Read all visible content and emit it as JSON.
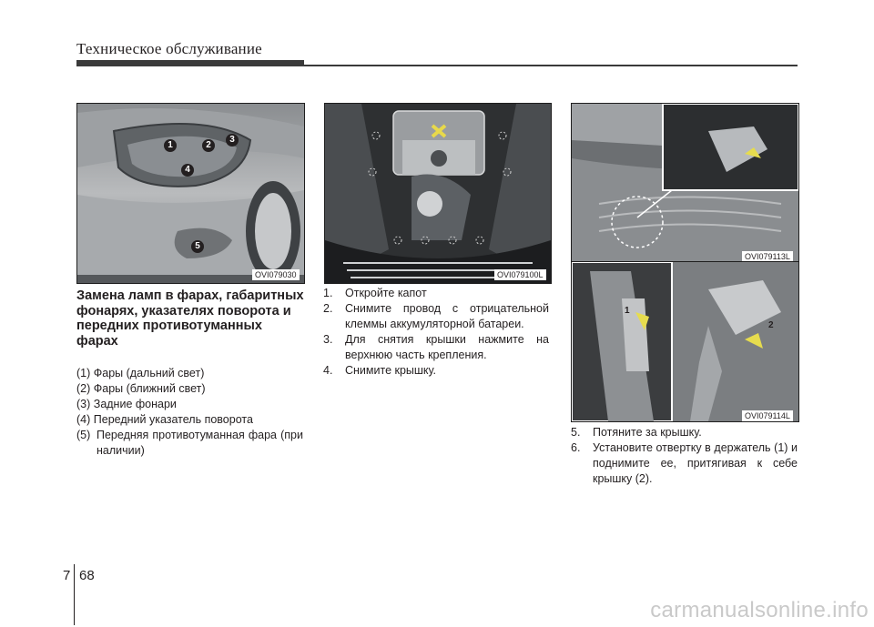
{
  "header": {
    "title": "Техническое обслуживание"
  },
  "figures": {
    "fig1": {
      "code": "OVI079030",
      "callouts": [
        "1",
        "2",
        "3",
        "4",
        "5"
      ]
    },
    "fig2": {
      "code": "OVI079100L"
    },
    "fig3": {
      "code": "OVI079113L"
    },
    "fig4": {
      "code": "OVI079114L",
      "callouts": [
        "1",
        "2"
      ]
    }
  },
  "left_column": {
    "heading": "Замена ламп в фарах, габаритных фонарях, указателях поворота и передних противотуманных фарах",
    "items": [
      {
        "num": "(1)",
        "text": "Фары (дальний свет)"
      },
      {
        "num": "(2)",
        "text": "Фары (ближний свет)"
      },
      {
        "num": "(3)",
        "text": "Задние фонари"
      },
      {
        "num": "(4)",
        "text": "Передний указатель поворота"
      },
      {
        "num": "(5)",
        "text": "Передняя противотуманная фара (при наличии)"
      }
    ]
  },
  "middle_column": {
    "steps": [
      {
        "num": "1.",
        "text": "Откройте капот"
      },
      {
        "num": "2.",
        "text": "Снимите провод с отрицательной клеммы аккумуляторной батареи."
      },
      {
        "num": "3.",
        "text": "Для снятия крышки нажмите на верхнюю часть крепления."
      },
      {
        "num": "4.",
        "text": "Снимите крышку."
      }
    ]
  },
  "right_column": {
    "steps": [
      {
        "num": "5.",
        "text": "Потяните за крышку."
      },
      {
        "num": "6.",
        "text": "Установите отвертку в держатель (1) и поднимите ее, притягивая к себе крышку (2)."
      }
    ]
  },
  "footer": {
    "chapter": "7",
    "page": "68"
  },
  "watermark": "carmanualsonline.info"
}
